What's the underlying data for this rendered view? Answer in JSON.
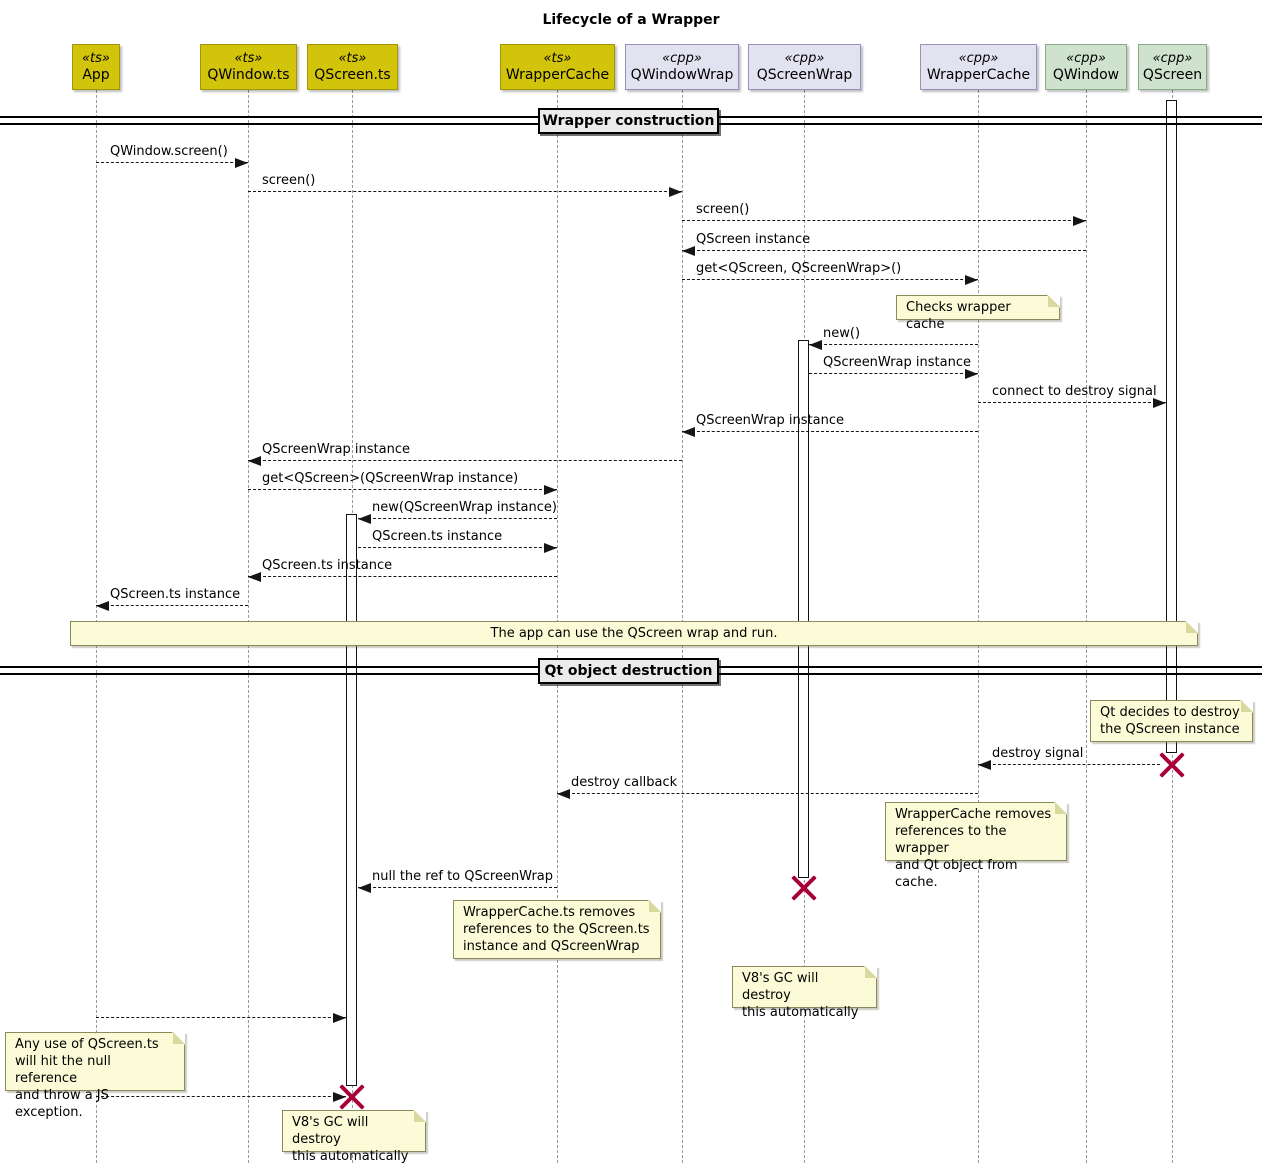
{
  "title": "Lifecycle of a Wrapper",
  "colors": {
    "ts_participant_fill": "#D2C30B",
    "cpp_wrap_participant_fill": "#E2E2F0",
    "cpp_qt_participant_fill": "#CEE2CE",
    "note_fill": "#FBFBD7",
    "destroy_cross": "#A80036",
    "divider_label_fill": "#EBEBEB"
  },
  "participants": [
    {
      "stereotype": "«ts»",
      "name": "App"
    },
    {
      "stereotype": "«ts»",
      "name": "QWindow.ts"
    },
    {
      "stereotype": "«ts»",
      "name": "QScreen.ts"
    },
    {
      "stereotype": "«ts»",
      "name": "WrapperCache"
    },
    {
      "stereotype": "«cpp»",
      "name": "QWindowWrap"
    },
    {
      "stereotype": "«cpp»",
      "name": "QScreenWrap"
    },
    {
      "stereotype": "«cpp»",
      "name": "WrapperCache"
    },
    {
      "stereotype": "«cpp»",
      "name": "QWindow"
    },
    {
      "stereotype": "«cpp»",
      "name": "QScreen"
    }
  ],
  "dividers": [
    {
      "label": "Wrapper construction"
    },
    {
      "label": "Qt object destruction"
    }
  ],
  "messages": [
    {
      "from": "App",
      "to": "QWindow.ts",
      "label": "QWindow.screen()"
    },
    {
      "from": "QWindow.ts",
      "to": "QWindowWrap",
      "label": "screen()"
    },
    {
      "from": "QWindowWrap",
      "to": "QWindow",
      "label": "screen()"
    },
    {
      "from": "QWindow",
      "to": "QWindowWrap",
      "label": "QScreen instance"
    },
    {
      "from": "QWindowWrap",
      "to": "WrapperCache(cpp)",
      "label": "get<QScreen, QScreenWrap>()"
    },
    {
      "from": "WrapperCache(cpp)",
      "to": "QScreenWrap",
      "label": "new()"
    },
    {
      "from": "QScreenWrap",
      "to": "WrapperCache(cpp)",
      "label": "QScreenWrap instance"
    },
    {
      "from": "WrapperCache(cpp)",
      "to": "QScreen",
      "label": "connect to destroy signal"
    },
    {
      "from": "WrapperCache(cpp)",
      "to": "QWindowWrap",
      "label": "QScreenWrap instance"
    },
    {
      "from": "QWindowWrap",
      "to": "QWindow.ts",
      "label": "QScreenWrap instance"
    },
    {
      "from": "QWindow.ts",
      "to": "WrapperCache(ts)",
      "label": "get<QScreen>(QScreenWrap instance)"
    },
    {
      "from": "WrapperCache(ts)",
      "to": "QScreen.ts",
      "label": "new(QScreenWrap instance)"
    },
    {
      "from": "QScreen.ts",
      "to": "WrapperCache(ts)",
      "label": "QScreen.ts instance"
    },
    {
      "from": "WrapperCache(ts)",
      "to": "QWindow.ts",
      "label": "QScreen.ts instance"
    },
    {
      "from": "QWindow.ts",
      "to": "App",
      "label": "QScreen.ts instance"
    },
    {
      "from": "QScreen",
      "to": "WrapperCache(cpp)",
      "label": "destroy signal"
    },
    {
      "from": "WrapperCache(cpp)",
      "to": "WrapperCache(ts)",
      "label": "destroy callback"
    },
    {
      "from": "WrapperCache(ts)",
      "to": "QScreen.ts",
      "label": "null the ref to QScreenWrap"
    },
    {
      "from": "App",
      "to": "QScreen.ts",
      "label": ""
    },
    {
      "from": "App",
      "to": "QScreen.ts",
      "label": ""
    }
  ],
  "notes": [
    {
      "text": "Checks wrapper cache"
    },
    {
      "text": "The app can use the QScreen wrap and run."
    },
    {
      "text": "Qt decides to destroy\nthe QScreen instance"
    },
    {
      "text": "WrapperCache removes\nreferences to the wrapper\nand Qt object from cache."
    },
    {
      "text": "WrapperCache.ts removes\nreferences to the QScreen.ts\ninstance and QScreenWrap"
    },
    {
      "text": "V8's GC will destroy\nthis automatically"
    },
    {
      "text": "Any use of QScreen.ts\nwill hit the null reference\nand throw a JS exception."
    },
    {
      "text": "V8's GC will destroy\nthis automatically"
    }
  ]
}
